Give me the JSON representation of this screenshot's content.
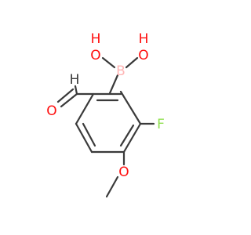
{
  "molecule": {
    "atoms": {
      "hydroxyl_left_h": {
        "text": "H",
        "color": "#ff0d0d"
      },
      "hydroxyl_left_o": {
        "text": "O",
        "color": "#ff0d0d"
      },
      "hydroxyl_right_o": {
        "text": "O",
        "color": "#ff0d0d"
      },
      "hydroxyl_right_h": {
        "text": "H",
        "color": "#ff0d0d"
      },
      "boron": {
        "text": "B",
        "color": "#ffb5b5"
      },
      "aldehyde_h": {
        "text": "H",
        "color": "#3a3a3a"
      },
      "aldehyde_o": {
        "text": "O",
        "color": "#ff0d0d"
      },
      "fluorine": {
        "text": "F",
        "color": "#90e050"
      },
      "methoxy_o": {
        "text": "O",
        "color": "#ff0d0d"
      }
    },
    "bond_color": "#3a3a3a"
  }
}
